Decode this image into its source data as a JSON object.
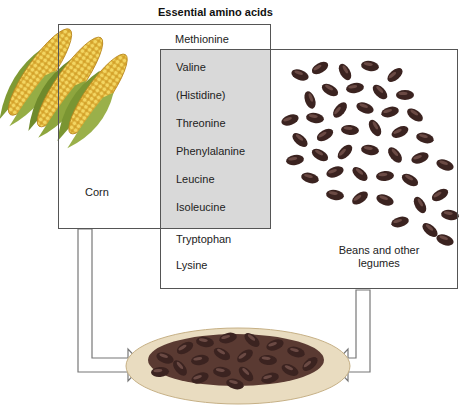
{
  "diagram": {
    "title": "Essential amino acids",
    "nodes": [
      {
        "text": [
          "Methionine",
          "Corn"
        ]
      },
      {
        "text": [
          "Tryptophan",
          "Lysine",
          "Beans and other legumes"
        ]
      },
      {
        "text": [
          "Valine",
          "(Histidine)",
          "Threonine",
          "Phenylalanine",
          "Leucine",
          "Isoleucine"
        ],
        "in": 1
      }
    ]
  }
}
